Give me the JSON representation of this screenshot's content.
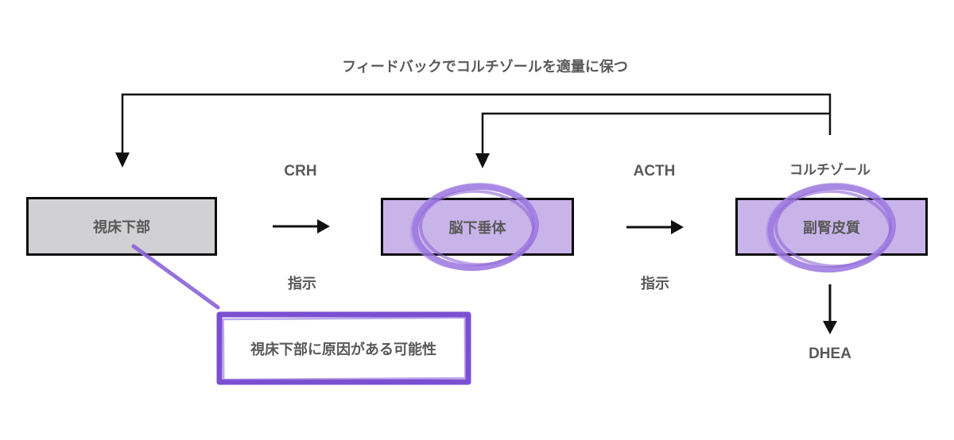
{
  "diagram": {
    "title": "フィードバックでコルチゾールを適量に保つ",
    "nodes": [
      {
        "id": "hypothalamus",
        "label": "視床下部"
      },
      {
        "id": "pituitary",
        "label": "脳下垂体"
      },
      {
        "id": "adrenal",
        "label": "副腎皮質"
      }
    ],
    "flow_labels": {
      "crh": "CRH",
      "acth": "ACTH",
      "cortisol": "コルチゾール",
      "instruction_1": "指示",
      "instruction_2": "指示",
      "dhea": "DHEA"
    },
    "callout": {
      "text": "視床下部に原因がある可能性"
    },
    "colors": {
      "text_gray": "#595959",
      "line_black": "#111111",
      "node_gray_fill": "#d1d0d2",
      "node_purple_fill": "#c9b4ea",
      "scribble_purple": "#9a74df",
      "callout_border_purple": "#7b4fd1",
      "connector_purple": "#8a5fd6",
      "background": "#ffffff"
    }
  }
}
